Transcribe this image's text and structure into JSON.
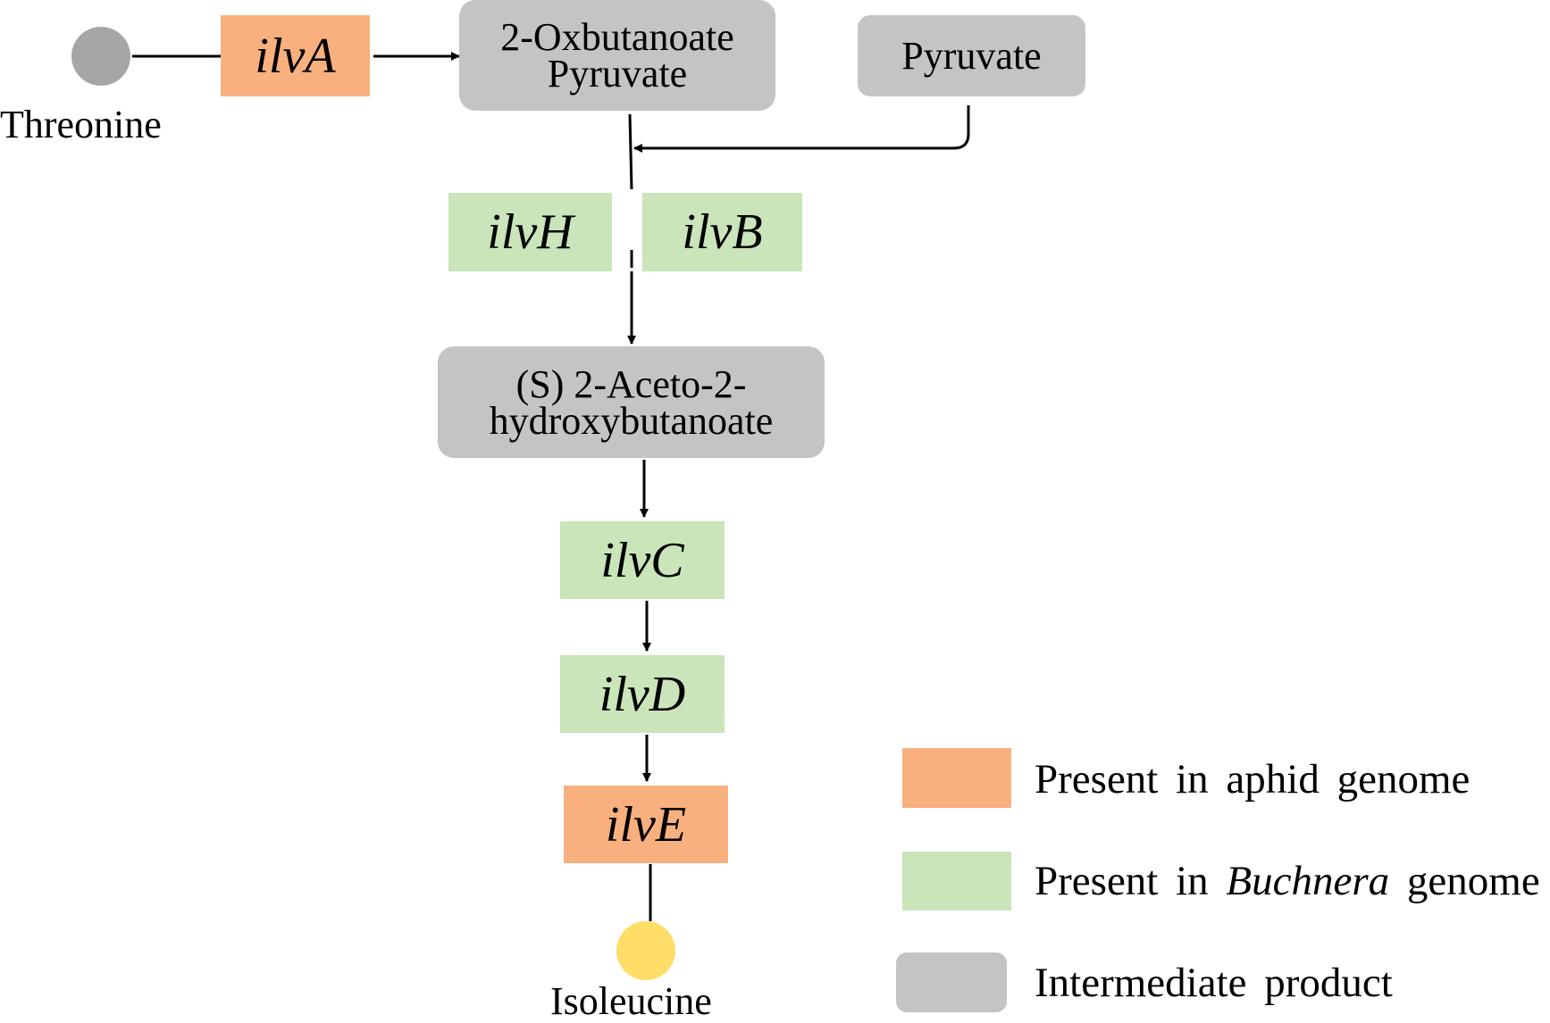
{
  "colors": {
    "aphid_gene": "#f8b07e",
    "buchnera_gene": "#c9e5b9",
    "intermediate": "#c4c4c4",
    "threonine_node": "#a6a6a6",
    "isoleucine_node": "#ffdd66",
    "line": "#000000"
  },
  "nodes": {
    "threonine": {
      "label": "Threonine"
    },
    "isoleucine": {
      "label": "Isoleucine"
    }
  },
  "genes": {
    "ilvA": "ilvA",
    "ilvH": "ilvH",
    "ilvB": "ilvB",
    "ilvC": "ilvC",
    "ilvD": "ilvD",
    "ilvE": "ilvE"
  },
  "intermediates": {
    "oxobutanoate": {
      "line1": "2-Oxbutanoate",
      "line2": "Pyruvate"
    },
    "pyruvate": {
      "line1": "Pyruvate"
    },
    "aceto": {
      "line1": "(S) 2-Aceto-2-",
      "line2": "hydroxybutanoate"
    }
  },
  "legend": {
    "aphid": "Present in aphid genome",
    "buchnera_prefix": "Present in",
    "buchnera_italic": "Buchnera",
    "buchnera_suffix": "genome",
    "intermediate": "Intermediate product"
  }
}
